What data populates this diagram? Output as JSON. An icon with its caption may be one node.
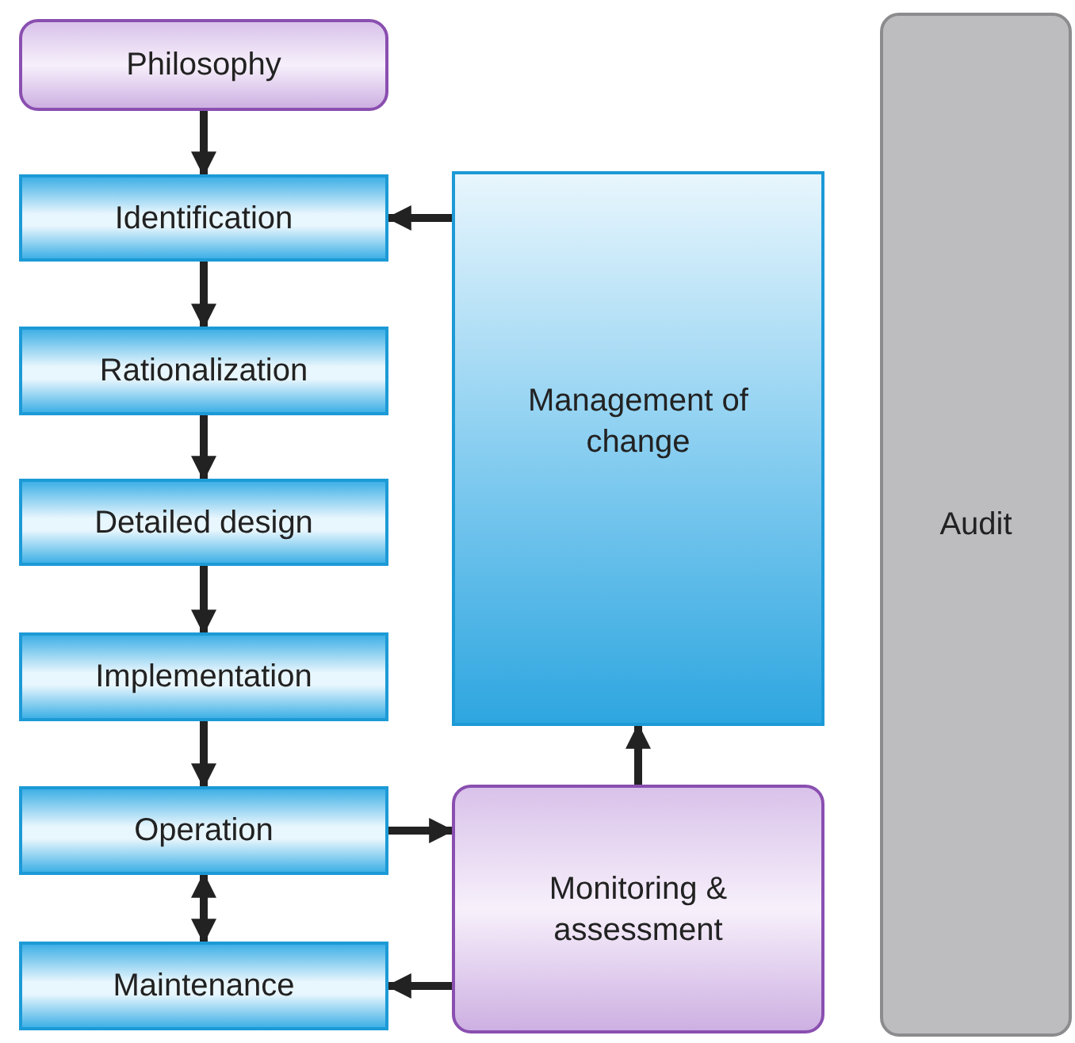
{
  "diagram": {
    "nodes": [
      {
        "text": [
          "Philosophy"
        ]
      },
      {
        "text": [
          "Identification"
        ]
      },
      {
        "text": [
          "Rationalization"
        ]
      },
      {
        "text": [
          "Detailed design"
        ]
      },
      {
        "text": [
          "Implementation"
        ]
      },
      {
        "text": [
          "Operation"
        ]
      },
      {
        "text": [
          "Maintenance"
        ]
      },
      {
        "text": [
          "Management of change"
        ]
      },
      {
        "text": [
          "Monitoring & assessment"
        ]
      },
      {
        "text": [
          "Audit"
        ]
      }
    ],
    "edges": [
      {
        "from": 0,
        "to": 1,
        "arrow": "to"
      },
      {
        "from": 1,
        "to": 2,
        "arrow": "to"
      },
      {
        "from": 2,
        "to": 3,
        "arrow": "to"
      },
      {
        "from": 3,
        "to": 4,
        "arrow": "to"
      },
      {
        "from": 4,
        "to": 5,
        "arrow": "to"
      },
      {
        "from": 5,
        "to": 6,
        "arrow": "both"
      },
      {
        "from": 5,
        "to": 8,
        "arrow": "to"
      },
      {
        "from": 8,
        "to": 6,
        "arrow": "to"
      },
      {
        "from": 8,
        "to": 7,
        "arrow": "to"
      },
      {
        "from": 7,
        "to": 1,
        "arrow": "to"
      }
    ]
  }
}
